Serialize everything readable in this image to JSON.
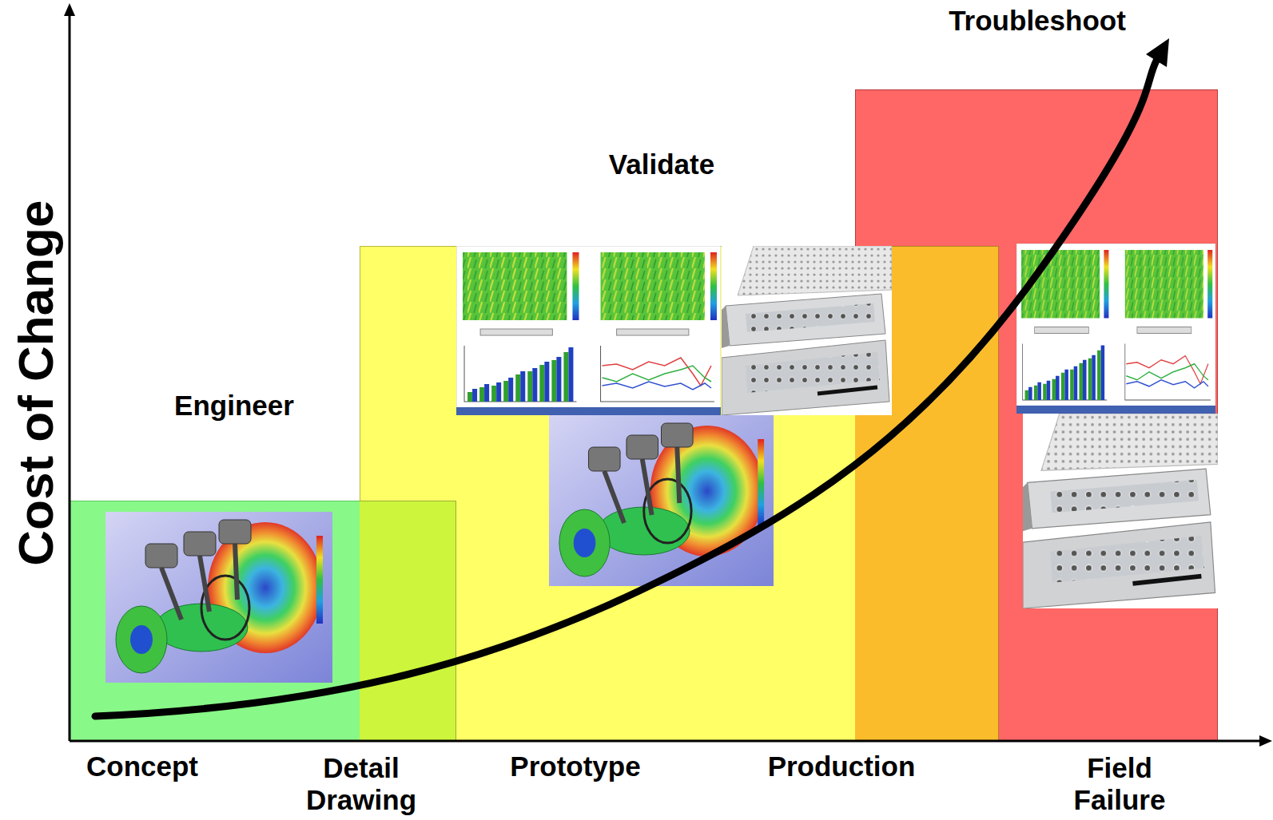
{
  "diagram": {
    "nodes": [
      {
        "text": [
          "Engineer"
        ]
      },
      {
        "text": [
          "Validate"
        ]
      },
      {
        "text": [
          "Troubleshoot"
        ]
      }
    ],
    "labels": [
      "Cost of Change",
      "Concept",
      "Detail Drawing",
      "Prototype",
      "Production",
      "Field Failure"
    ]
  }
}
